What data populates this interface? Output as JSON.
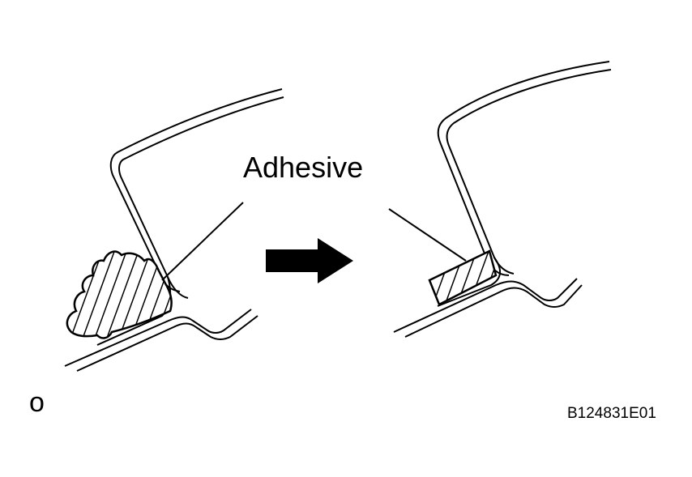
{
  "diagram": {
    "callout_label": "Adhesive",
    "corner_mark": "o",
    "figure_code": "B124831E01"
  },
  "colors": {
    "line": "#000000",
    "background": "#ffffff"
  }
}
